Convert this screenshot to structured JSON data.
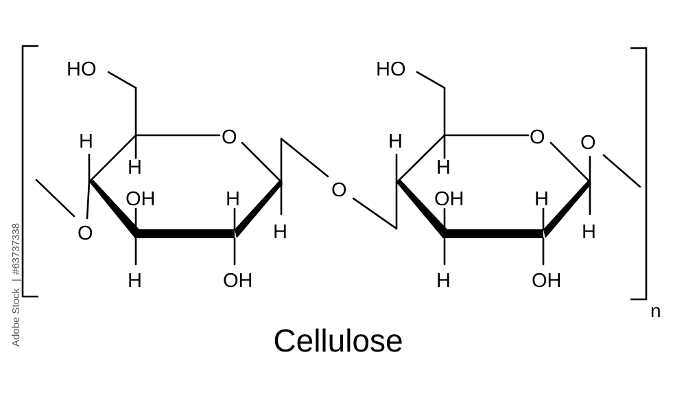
{
  "caption": "Cellulose",
  "repeat_subscript": "n",
  "stock_id": "#63737338",
  "stock_brand": "Adobe Stock",
  "labels": {
    "HO": "HO",
    "OH": "OH",
    "O": "O",
    "H": "H"
  },
  "colors": {
    "ink": "#000000",
    "background": "#ffffff"
  }
}
